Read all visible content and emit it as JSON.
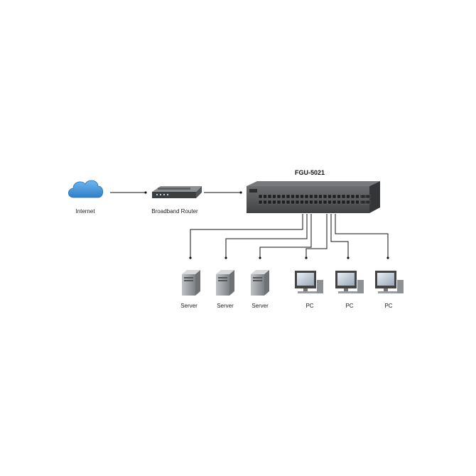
{
  "switch": {
    "model": "FGU-5021"
  },
  "nodes": {
    "internet": "Internet",
    "router": "Broadband Router",
    "servers": [
      "Server",
      "Server",
      "Server"
    ],
    "pcs": [
      "PC",
      "PC",
      "PC"
    ]
  },
  "colors": {
    "cloud": "#3d8fd6",
    "switch_body": "#5a5c5e",
    "link": "#111111"
  }
}
